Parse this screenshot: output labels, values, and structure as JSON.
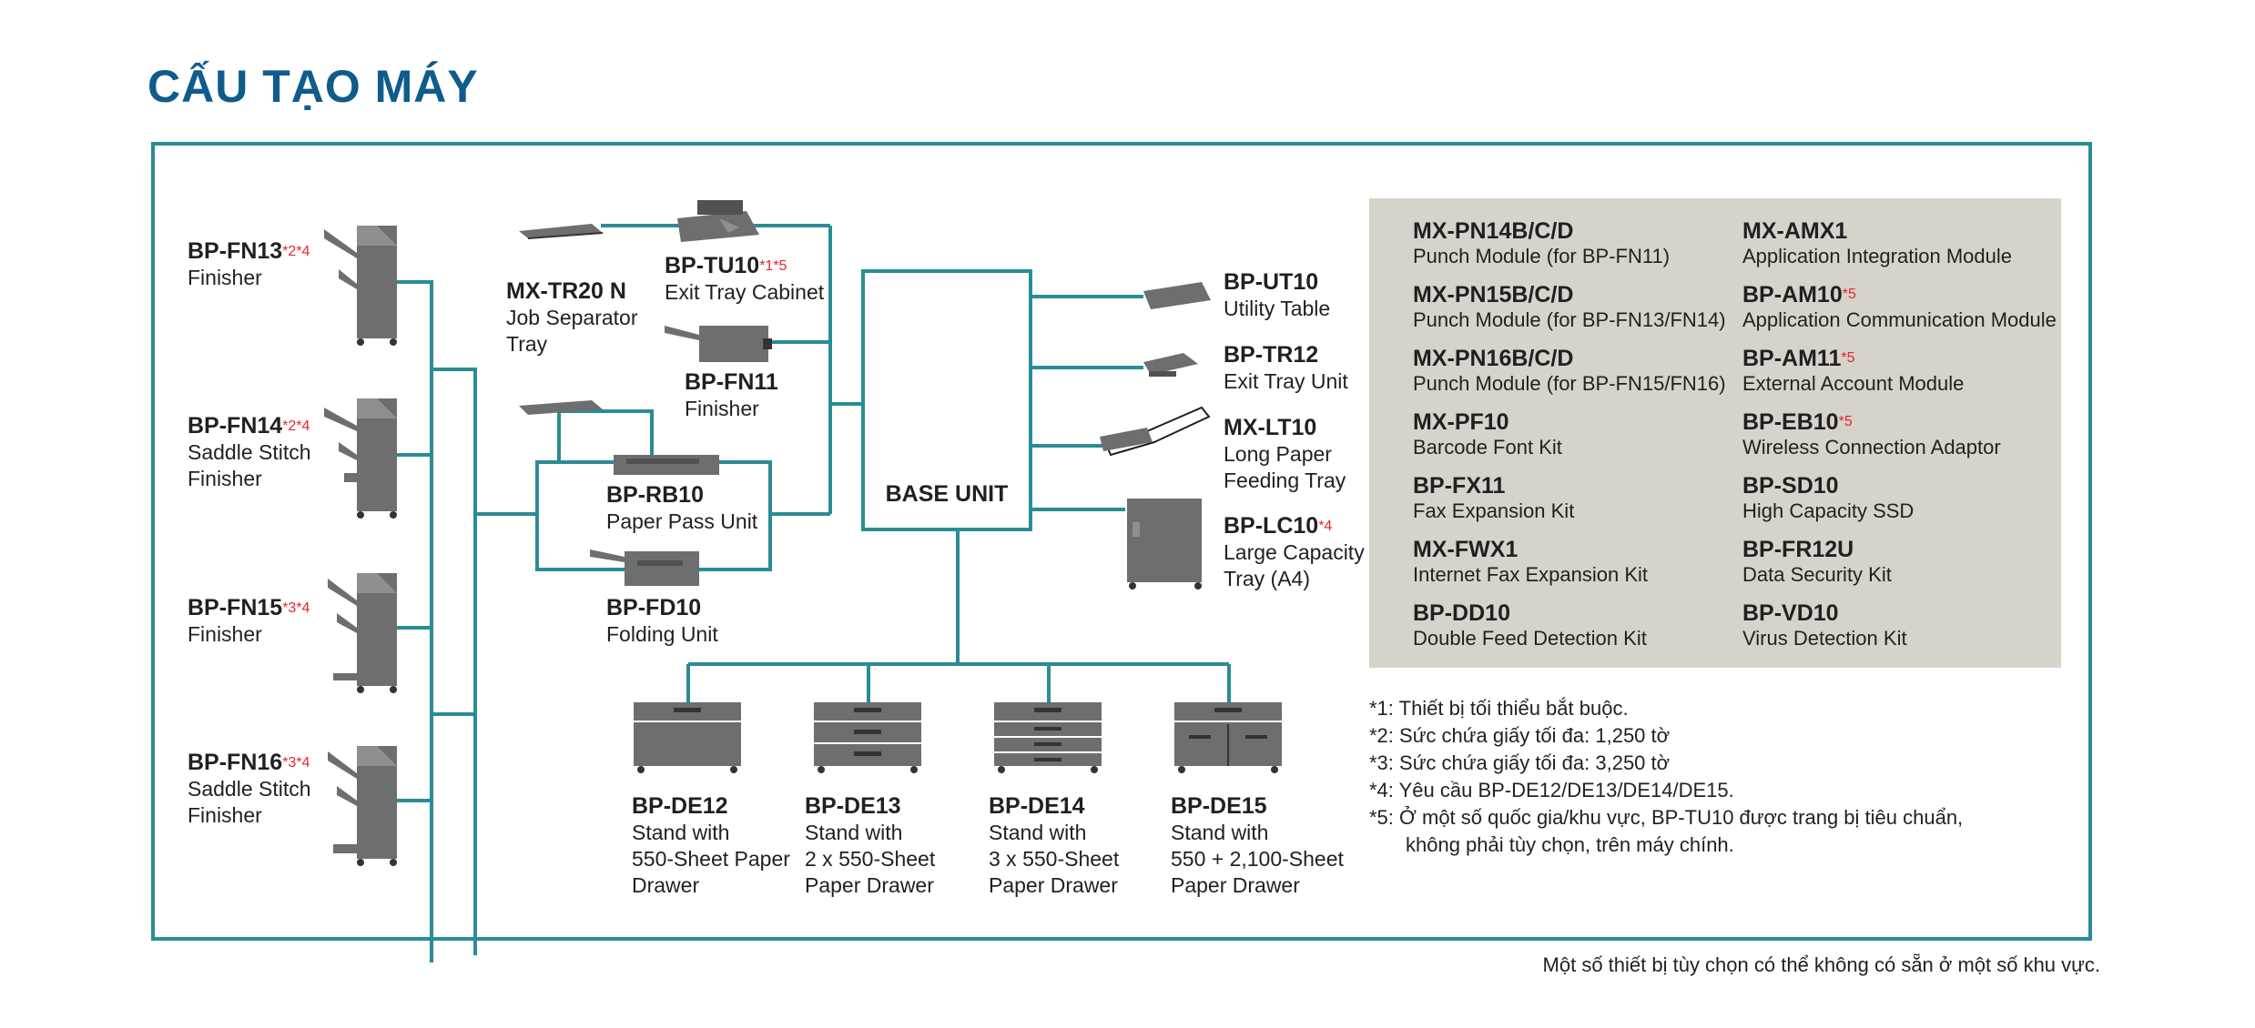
{
  "title": "CẤU TẠO MÁY",
  "base_unit": "BASE UNIT",
  "components": {
    "fn13": {
      "code": "BP-FN13",
      "note": "*2*4",
      "desc": [
        "Finisher"
      ]
    },
    "fn14": {
      "code": "BP-FN14",
      "note": "*2*4",
      "desc": [
        "Saddle Stitch",
        "Finisher"
      ]
    },
    "fn15": {
      "code": "BP-FN15",
      "note": "*3*4",
      "desc": [
        "Finisher"
      ]
    },
    "fn16": {
      "code": "BP-FN16",
      "note": "*3*4",
      "desc": [
        "Saddle Stitch",
        "Finisher"
      ]
    },
    "tr20": {
      "code": "MX-TR20 N",
      "note": "",
      "desc": [
        "Job Separator",
        "Tray"
      ]
    },
    "tu10": {
      "code": "BP-TU10",
      "note": "*1*5",
      "desc": [
        "Exit Tray Cabinet"
      ]
    },
    "fn11": {
      "code": "BP-FN11",
      "note": "",
      "desc": [
        "Finisher"
      ]
    },
    "rb10": {
      "code": "BP-RB10",
      "note": "",
      "desc": [
        "Paper Pass Unit"
      ]
    },
    "fd10": {
      "code": "BP-FD10",
      "note": "",
      "desc": [
        "Folding Unit"
      ]
    },
    "ut10": {
      "code": "BP-UT10",
      "note": "",
      "desc": [
        "Utility Table"
      ]
    },
    "tr12": {
      "code": "BP-TR12",
      "note": "",
      "desc": [
        "Exit Tray Unit"
      ]
    },
    "lt10": {
      "code": "MX-LT10",
      "note": "",
      "desc": [
        "Long Paper",
        "Feeding Tray"
      ]
    },
    "lc10": {
      "code": "BP-LC10",
      "note": "*4",
      "desc": [
        "Large Capacity",
        "Tray (A4)"
      ]
    },
    "de12": {
      "code": "BP-DE12",
      "note": "",
      "desc": [
        "Stand with",
        "550-Sheet Paper",
        "Drawer"
      ]
    },
    "de13": {
      "code": "BP-DE13",
      "note": "",
      "desc": [
        "Stand with",
        "2 x 550-Sheet",
        "Paper Drawer"
      ]
    },
    "de14": {
      "code": "BP-DE14",
      "note": "",
      "desc": [
        "Stand with",
        "3 x 550-Sheet",
        "Paper Drawer"
      ]
    },
    "de15": {
      "code": "BP-DE15",
      "note": "",
      "desc": [
        "Stand with",
        "550 + 2,100-Sheet",
        "Paper Drawer"
      ]
    }
  },
  "options": [
    {
      "code": "MX-PN14B/C/D",
      "note": "",
      "desc": "Punch Module (for BP-FN11)"
    },
    {
      "code": "MX-PN15B/C/D",
      "note": "",
      "desc": "Punch Module (for BP-FN13/FN14)"
    },
    {
      "code": "MX-PN16B/C/D",
      "note": "",
      "desc": "Punch Module (for BP-FN15/FN16)"
    },
    {
      "code": "MX-PF10",
      "note": "",
      "desc": "Barcode Font Kit"
    },
    {
      "code": "BP-FX11",
      "note": "",
      "desc": "Fax Expansion Kit"
    },
    {
      "code": "MX-FWX1",
      "note": "",
      "desc": "Internet Fax Expansion Kit"
    },
    {
      "code": "BP-DD10",
      "note": "",
      "desc": "Double Feed Detection Kit"
    },
    {
      "code": "MX-AMX1",
      "note": "",
      "desc": "Application Integration Module"
    },
    {
      "code": "BP-AM10",
      "note": "*5",
      "desc": "Application Communication Module"
    },
    {
      "code": "BP-AM11",
      "note": "*5",
      "desc": "External Account Module"
    },
    {
      "code": "BP-EB10",
      "note": "*5",
      "desc": "Wireless Connection Adaptor"
    },
    {
      "code": "BP-SD10",
      "note": "",
      "desc": "High Capacity SSD"
    },
    {
      "code": "BP-FR12U",
      "note": "",
      "desc": "Data Security Kit"
    },
    {
      "code": "BP-VD10",
      "note": "",
      "desc": "Virus Detection Kit"
    }
  ],
  "notes": [
    "*1: Thiết bị tối thiểu bắt buộc.",
    "*2: Sức chứa giấy tối đa: 1,250 tờ",
    "*3: Sức chứa giấy tối đa: 3,250 tờ",
    "*4: Yêu cầu BP-DE12/DE13/DE14/DE15.",
    "*5: Ở một số quốc gia/khu vực, BP-TU10 được trang bị tiêu chuẩn,",
    "không phải tùy chọn, trên máy chính."
  ],
  "footer": "Một số thiết bị tùy chọn có thể không có sẵn ở một số khu vực.",
  "colors": {
    "line": "#2a8c94",
    "title": "#0f5b8c",
    "note": "#e3262d",
    "panel": "#d6d3cb",
    "device": "#6d6e70"
  }
}
